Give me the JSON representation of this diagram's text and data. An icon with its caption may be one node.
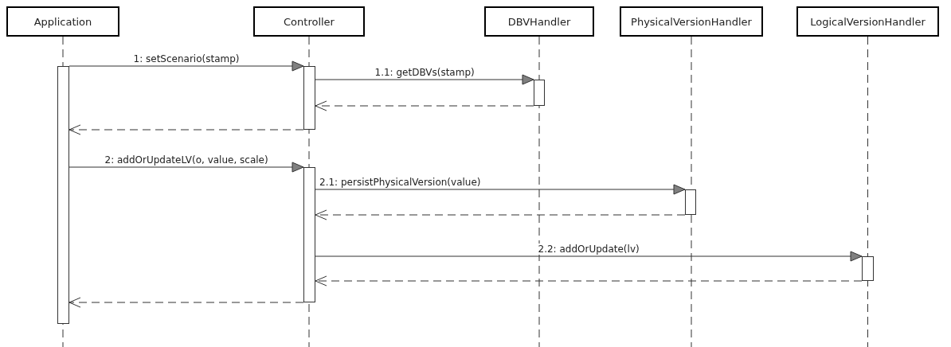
{
  "diagram": {
    "nodes": [
      {
        "text": [
          "Application"
        ]
      },
      {
        "text": [
          "Controller"
        ]
      },
      {
        "text": [
          "DBVHandler"
        ]
      },
      {
        "text": [
          "PhysicalVersionHandler"
        ]
      },
      {
        "text": [
          "LogicalVersionHandler"
        ]
      },
      {
        "text": [],
        "shape": "bar"
      },
      {
        "text": [],
        "shape": "bar"
      },
      {
        "text": [],
        "shape": "bar"
      },
      {
        "text": [],
        "shape": "bar"
      },
      {
        "text": [],
        "shape": "bar"
      },
      {
        "text": [],
        "shape": "bar"
      }
    ],
    "edges": [
      {
        "from": 5,
        "to": 6,
        "arrow": "to",
        "label": "1: setScenario(stamp)"
      },
      {
        "from": 6,
        "to": 7,
        "arrow": "to",
        "label": "1.1: getDBVs(stamp)"
      },
      {
        "from": 7,
        "to": 6,
        "arrow": "to",
        "style": "dashed"
      },
      {
        "from": 6,
        "to": 5,
        "arrow": "to",
        "style": "dashed"
      },
      {
        "from": 5,
        "to": 8,
        "arrow": "to",
        "label": "2: addOrUpdateLV(o, value, scale)"
      },
      {
        "from": 8,
        "to": 9,
        "arrow": "to",
        "label": "2.1: persistPhysicalVersion(value)"
      },
      {
        "from": 9,
        "to": 8,
        "arrow": "to",
        "style": "dashed"
      },
      {
        "from": 8,
        "to": 10,
        "arrow": "to",
        "label": "2.2: addOrUpdate(lv)"
      },
      {
        "from": 10,
        "to": 8,
        "arrow": "to",
        "style": "dashed"
      },
      {
        "from": 8,
        "to": 5,
        "arrow": "to",
        "style": "dashed"
      }
    ]
  }
}
